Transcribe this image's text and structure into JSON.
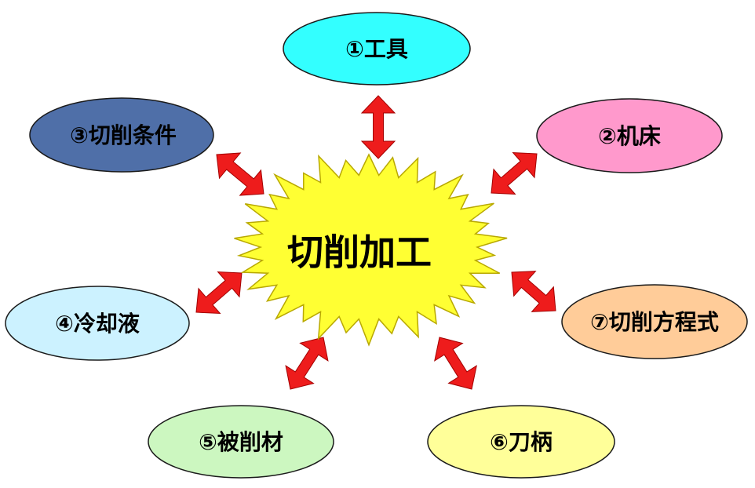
{
  "center": {
    "label": "切削加工",
    "color": "#ffff33"
  },
  "nodes": [
    {
      "id": "tool",
      "label": "①工具",
      "color": "#33ffff"
    },
    {
      "id": "machine",
      "label": "②机床",
      "color": "#ff99cc"
    },
    {
      "id": "cutting-conditions",
      "label": "③切削条件",
      "color": "#4f6fa8"
    },
    {
      "id": "coolant",
      "label": "④冷却液",
      "color": "#ccf2ff"
    },
    {
      "id": "workpiece",
      "label": "⑤被削材",
      "color": "#ccf7c0"
    },
    {
      "id": "tool-holder",
      "label": "⑥刀柄",
      "color": "#ffff99"
    },
    {
      "id": "cutting-equation",
      "label": "⑦切削方程式",
      "color": "#ffcc99"
    }
  ],
  "arrow_color": "#ee1c1c"
}
